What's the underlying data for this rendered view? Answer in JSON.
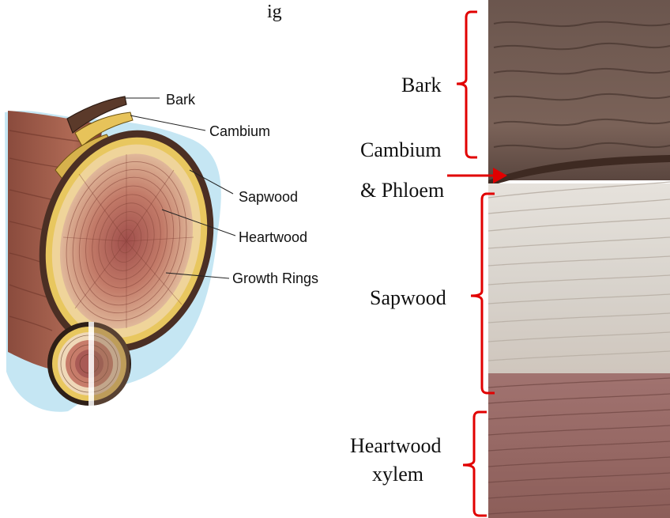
{
  "title_fragment": "ig",
  "left_diagram": {
    "labels": {
      "bark": "Bark",
      "cambium": "Cambium",
      "sapwood": "Sapwood",
      "heartwood": "Heartwood",
      "growth_rings": "Growth Rings"
    }
  },
  "right_photo": {
    "labels": {
      "bark": "Bark",
      "cambium_line1": "Cambium",
      "cambium_line2": "& Phloem",
      "sapwood": "Sapwood",
      "heartwood_line1": "Heartwood",
      "heartwood_line2": "xylem"
    }
  },
  "colors": {
    "bracket": "#e10000",
    "bark_photo": "#6e574d",
    "sapwood_photo": "#dcd8d3",
    "heartwood_photo": "#9a6b64",
    "sapwood_ring": "#e8c75f",
    "heartwood_core": "#b66a60",
    "background_blue": "#bfe3f2"
  }
}
